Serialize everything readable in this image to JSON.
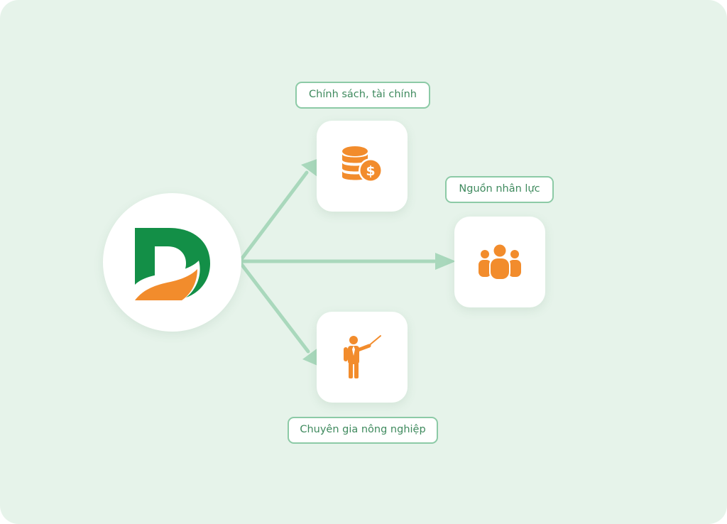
{
  "diagram": {
    "center": {
      "icon": "company-d-logo-icon"
    },
    "nodes": [
      {
        "id": "finance",
        "label": "Chính sách, tài chính",
        "icon": "coins-dollar-icon"
      },
      {
        "id": "people",
        "label": "Nguồn nhân lực",
        "icon": "people-group-icon"
      },
      {
        "id": "expert",
        "label": "Chuyên gia nông nghiệp",
        "icon": "presenter-icon"
      }
    ],
    "colors": {
      "background": "#e6f3ea",
      "arrow": "#a9d8bc",
      "label_border": "#8ccaa6",
      "label_text": "#3f8a5e",
      "icon_orange": "#f28c2c",
      "logo_green": "#138f47"
    }
  }
}
